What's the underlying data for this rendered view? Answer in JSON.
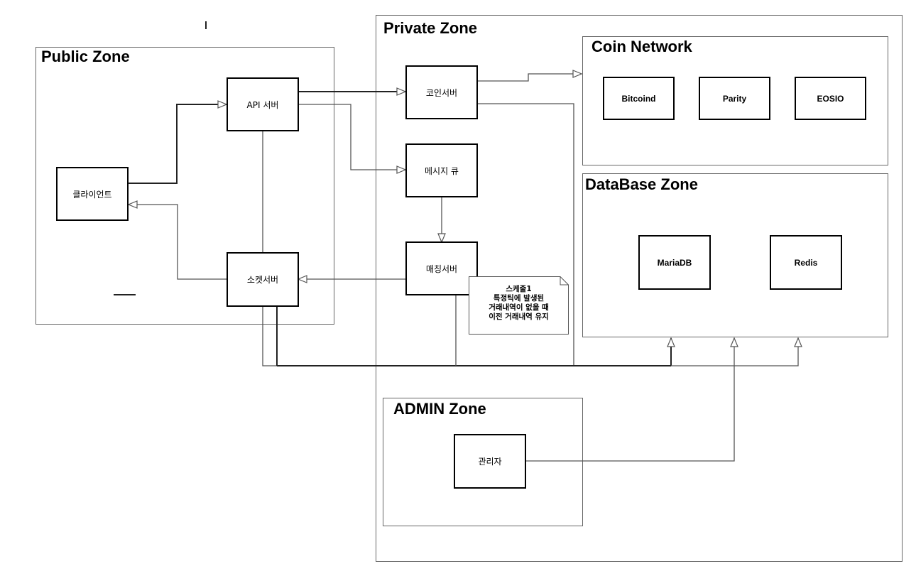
{
  "zones": {
    "public": "Public Zone",
    "private": "Private Zone",
    "coin": "Coin Network",
    "database": "DataBase Zone",
    "admin": "ADMIN Zone"
  },
  "nodes": {
    "api_server": "API 서버",
    "client": "클라이언트",
    "socket_server": "소켓서버",
    "coin_server": "코인서버",
    "message_queue": "메시지 큐",
    "matching_server": "매칭서버",
    "bitcoind": "Bitcoind",
    "parity": "Parity",
    "eosio": "EOSIO",
    "mariadb": "MariaDB",
    "redis": "Redis",
    "admin": "관리자"
  },
  "note": {
    "text": "스케줄1\n특정틱에 발생된\n거래내역이 없을 때\n이전 거래내역 유지"
  }
}
